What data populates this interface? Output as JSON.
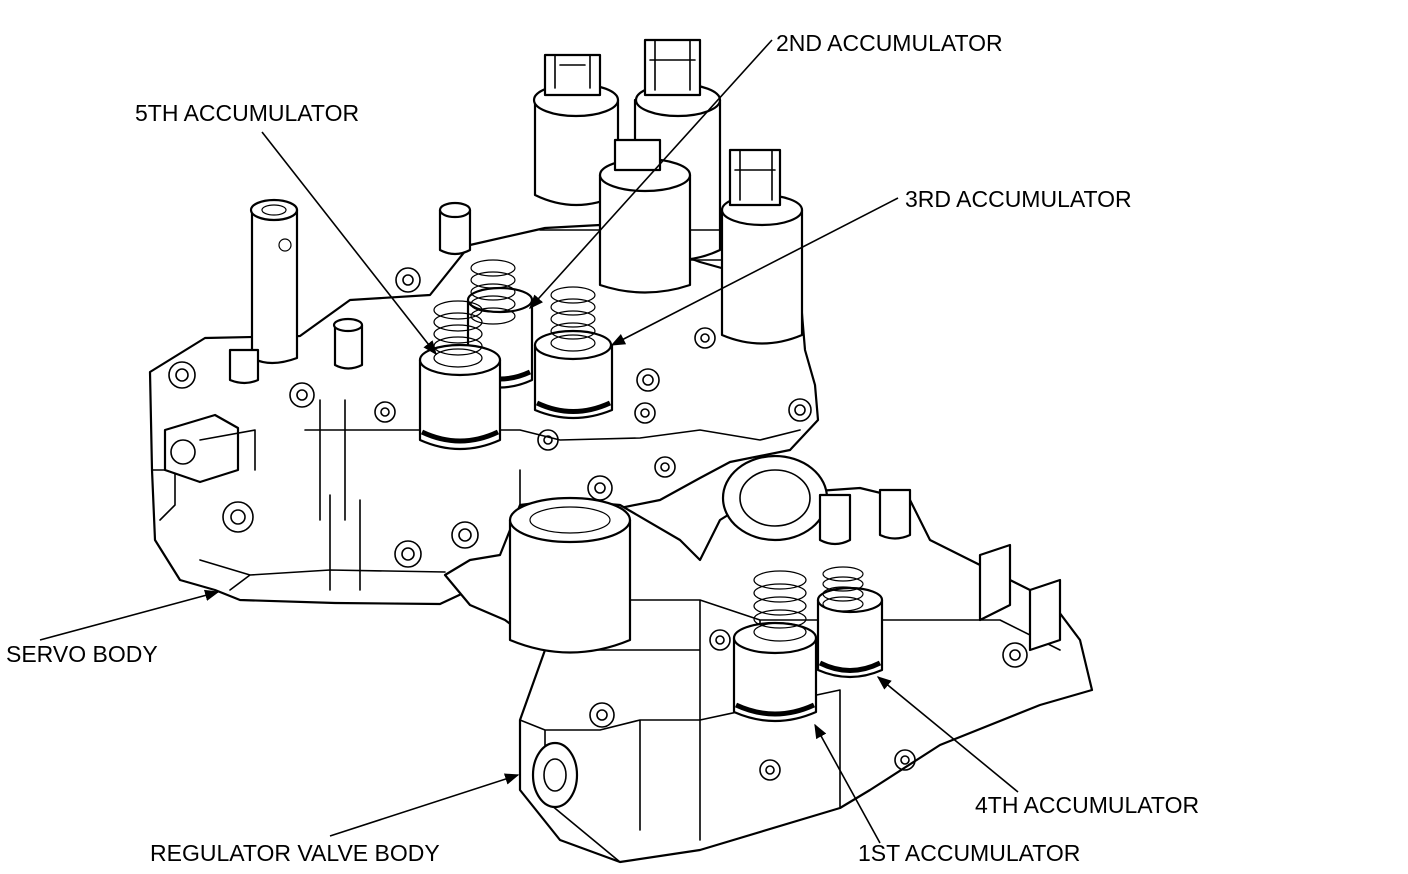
{
  "labels": {
    "second_accumulator": "2ND ACCUMULATOR",
    "fifth_accumulator": "5TH ACCUMULATOR",
    "third_accumulator": "3RD ACCUMULATOR",
    "servo_body": "SERVO BODY",
    "fourth_accumulator": "4TH ACCUMULATOR",
    "regulator_valve_body": "REGULATOR VALVE BODY",
    "first_accumulator": "1ST ACCUMULATOR"
  }
}
